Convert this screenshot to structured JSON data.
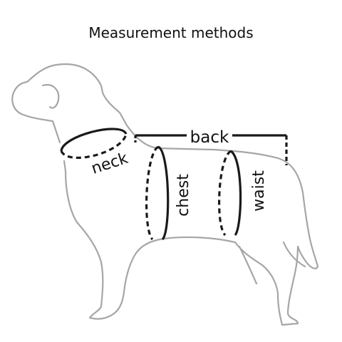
{
  "title": "Measurement methods",
  "labels": {
    "back": "back",
    "neck": "neck",
    "chest": "chest",
    "waist": "waist"
  },
  "colors": {
    "outline": "#a6a6a6",
    "measure": "#1a1a1a",
    "text": "#111111",
    "background": "#ffffff"
  }
}
